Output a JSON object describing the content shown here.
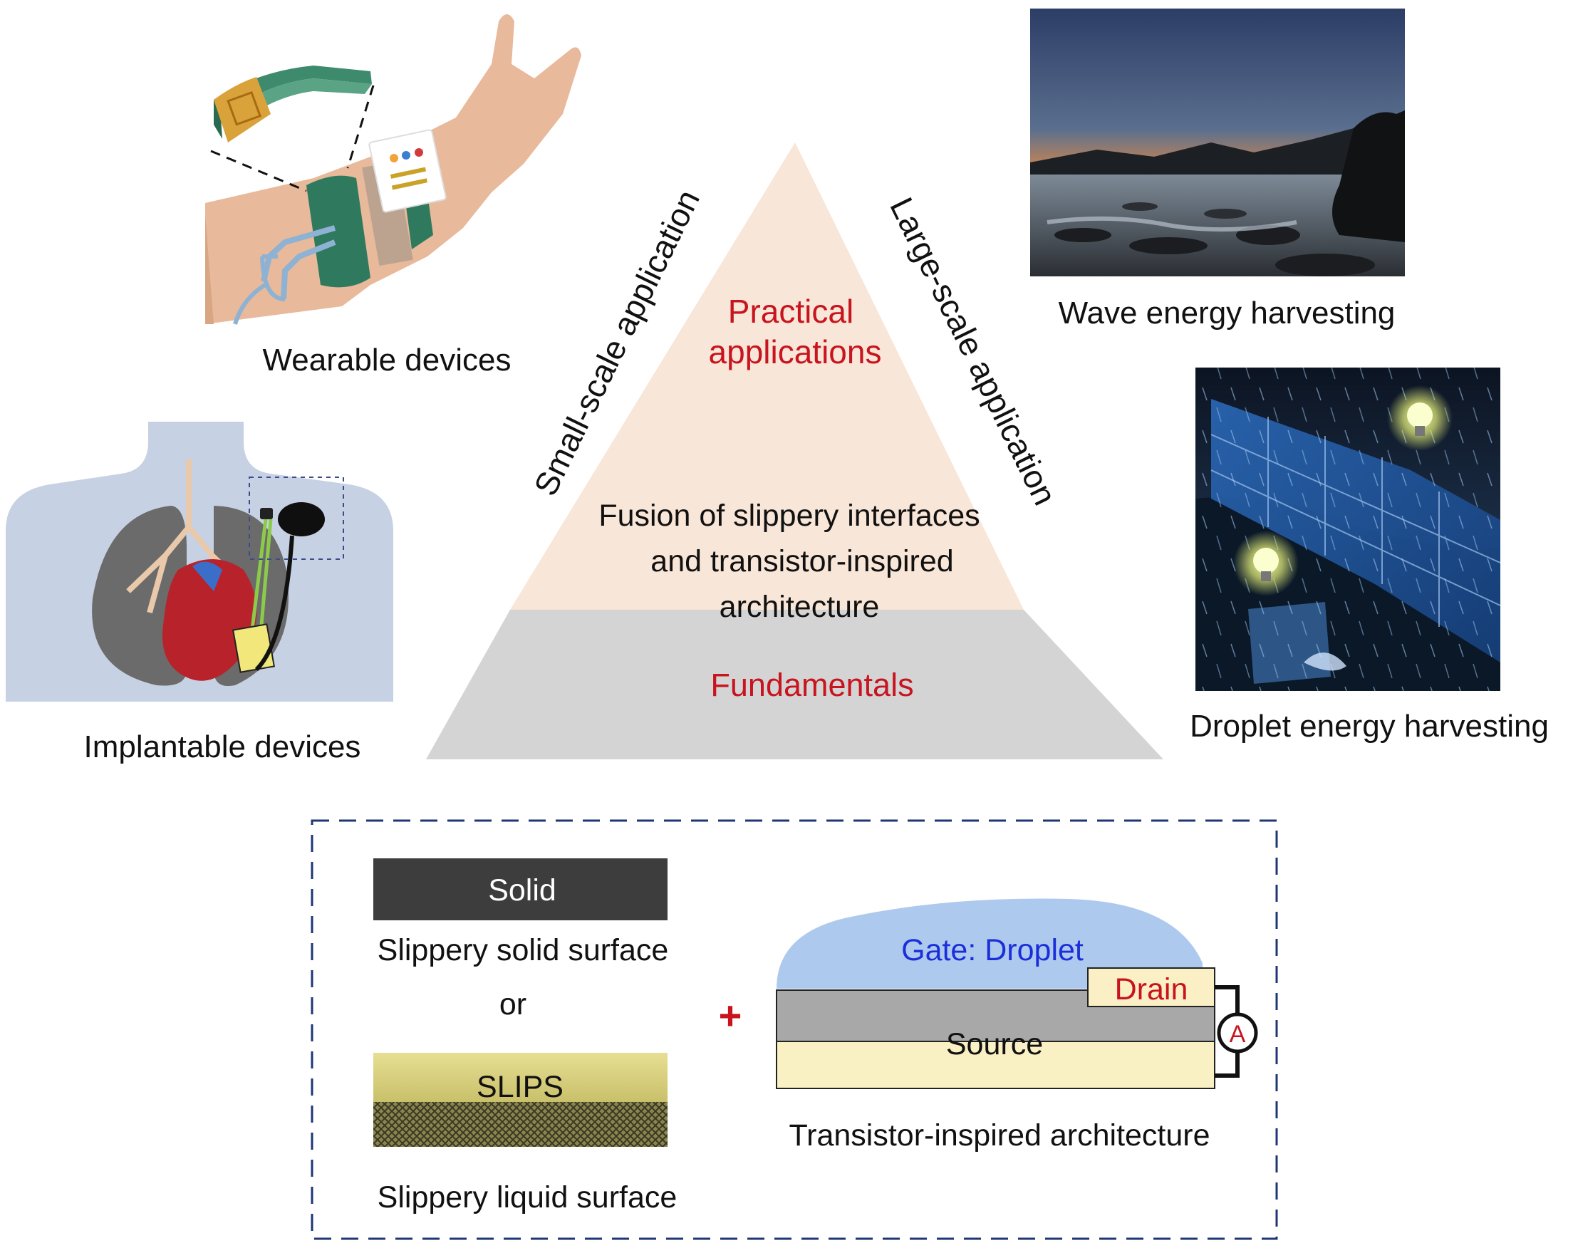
{
  "pyramid": {
    "top_label_line1": "Practical",
    "top_label_line2": "applications",
    "middle_label_line1": "Fusion of slippery interfaces",
    "middle_label_line2": "and transistor-inspired",
    "middle_label_line3": "architecture",
    "base_label": "Fundamentals",
    "left_side_label": "Small-scale application",
    "right_side_label": "Large-scale application"
  },
  "applications": {
    "wearable": "Wearable devices",
    "implantable": "Implantable  devices",
    "wave": "Wave energy harvesting",
    "droplet": "Droplet energy harvesting"
  },
  "inset": {
    "solid_block": "Solid",
    "solid_caption": "Slippery  solid surface",
    "or_text": "or",
    "slips_block": "SLIPS",
    "liquid_caption": "Slippery  liquid surface",
    "plus_sign": "+",
    "gate_label": "Gate: Droplet",
    "drain_label": "Drain",
    "source_label": "Source",
    "ammeter_label": "A",
    "transistor_caption": "Transistor-inspired architecture"
  },
  "colors": {
    "accent_red": "#c8141e",
    "gate_blue": "#1b2fd9",
    "pyramid_top": "#f8e6d8",
    "pyramid_base": "#d4d4d4",
    "dashed_frame": "#1e3576"
  }
}
